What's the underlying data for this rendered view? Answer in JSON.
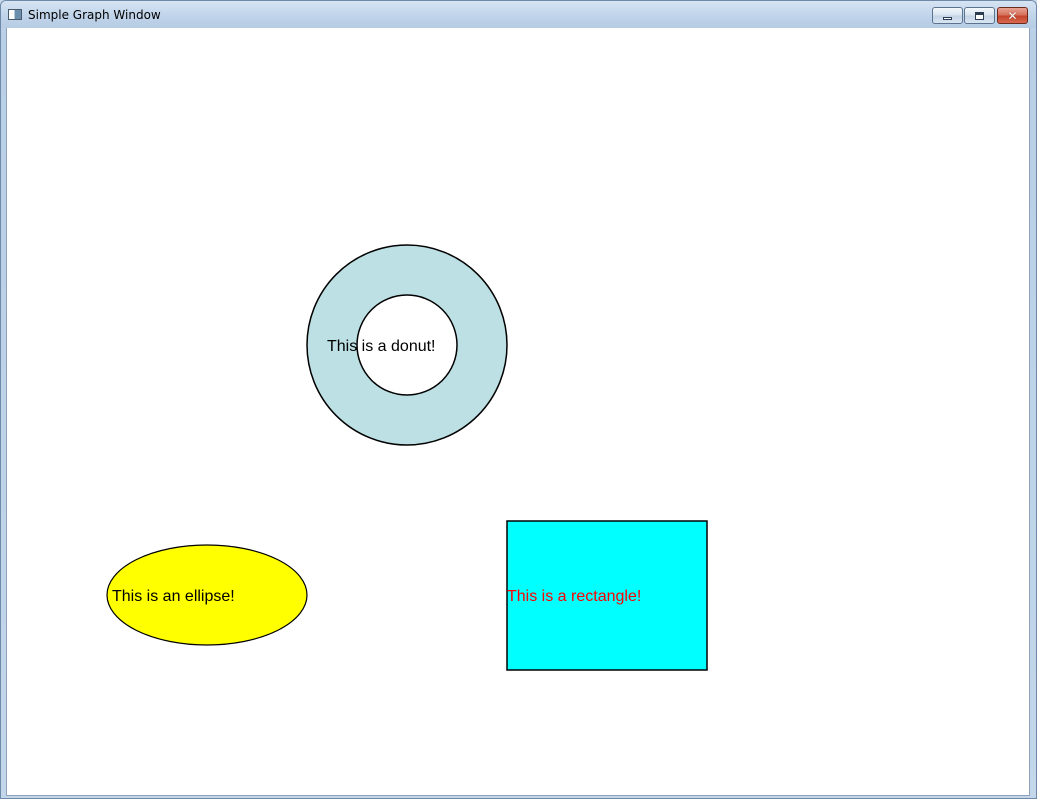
{
  "window": {
    "title": "Simple Graph Window",
    "icon": "app-window-icon",
    "controls": {
      "minimize_icon": "minimize-icon",
      "maximize_icon": "maximize-icon",
      "close_icon": "close-icon",
      "close_glyph": "✕"
    }
  },
  "canvas": {
    "background": "#ffffff",
    "shapes": {
      "donut": {
        "label": "This is a donut!",
        "fill": "#bde0e4",
        "stroke": "#000000",
        "label_color": "#000000"
      },
      "ellipse": {
        "label": "This is an ellipse!",
        "fill": "#ffff00",
        "stroke": "#000000",
        "label_color": "#000000"
      },
      "rectangle": {
        "label": "This is a rectangle!",
        "fill": "#00ffff",
        "stroke": "#000000",
        "label_color": "#ff0000"
      }
    }
  }
}
